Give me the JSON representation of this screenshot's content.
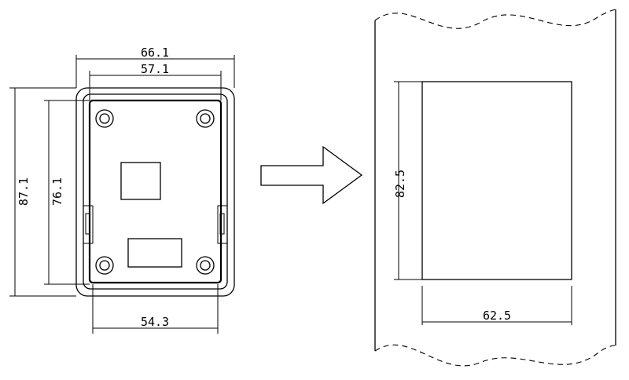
{
  "device_view": {
    "overall_width": "66.1",
    "inner_width": "57.1",
    "bottom_width": "54.3",
    "overall_height": "87.1",
    "inner_height": "76.1"
  },
  "panel_cutout": {
    "cutout_height": "82.5",
    "cutout_width": "62.5"
  }
}
